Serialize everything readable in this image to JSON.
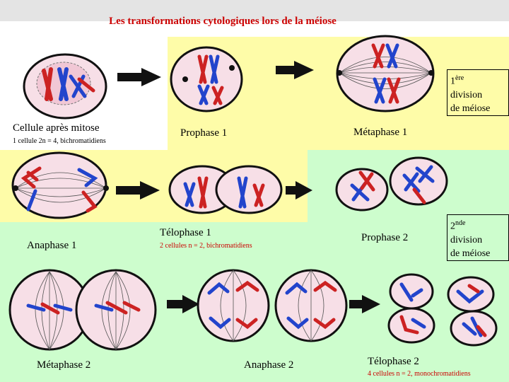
{
  "title": "Les transformations cytologiques lors de la méiose",
  "stages": {
    "cellule_apres": "Cellule après",
    "mitose": "mitose",
    "cellule_note": "1 cellule 2n = 4, bichromatidiens",
    "prophase1": "Prophase 1",
    "metaphase1": "Métaphase 1",
    "anaphase1": "Anaphase 1",
    "telophase1": "Télophase 1",
    "telophase1_note": "2 cellules n = 2, bichromatidiens",
    "prophase2": "Prophase 2",
    "metaphase2": "Métaphase 2",
    "anaphase2": "Anaphase 2",
    "telophase2": "Télophase 2",
    "telophase2_note": "4 cellules n = 2, monochromatidiens"
  },
  "division1": {
    "num": "1",
    "sup": "ère",
    "line1": "division",
    "line2": "de méiose"
  },
  "division2": {
    "num": "2",
    "sup": "nde",
    "line1": "division",
    "line2": "de méiose"
  },
  "colors": {
    "red": "#cc2222",
    "blue": "#2244cc",
    "title_red": "#cc0000",
    "yellow": "#fefca8",
    "green": "#cdfdcd"
  }
}
